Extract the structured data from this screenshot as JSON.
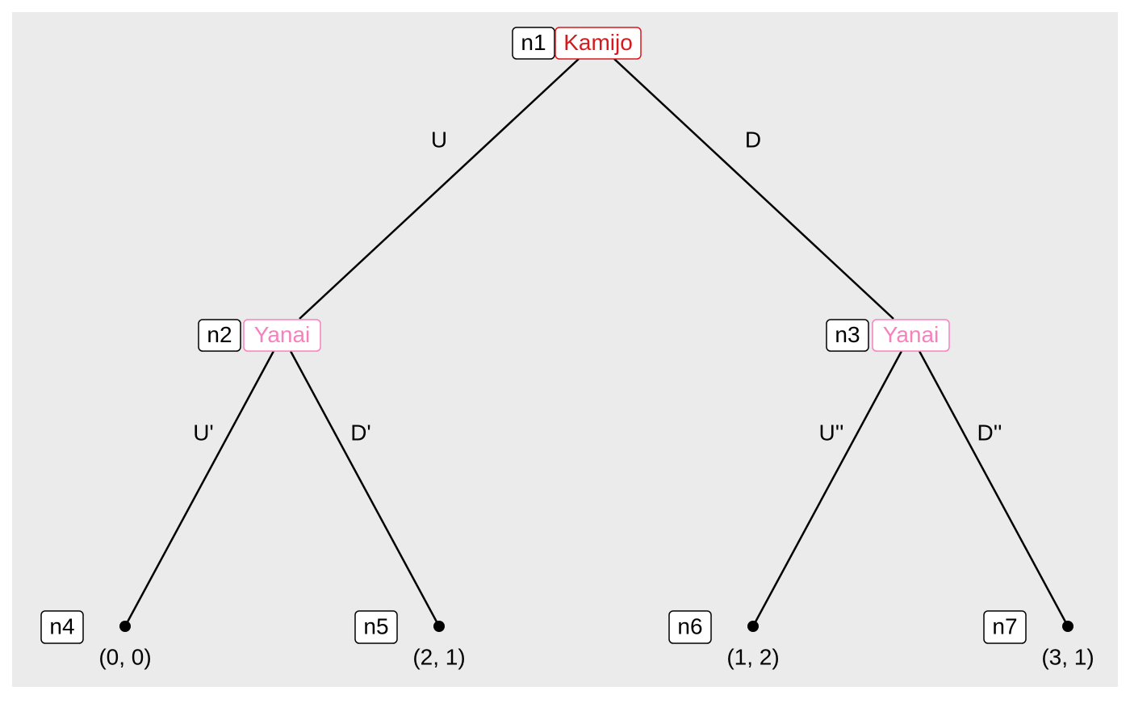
{
  "colors": {
    "panel_background": "#ebebeb",
    "edge": "#000000",
    "player_1": "#d7191c",
    "player_2": "#f781bf",
    "node_id_border": "#000000",
    "label_fill": "#ffffff"
  },
  "game_tree": {
    "decision_nodes": [
      {
        "id": "n1",
        "player": "Kamijo",
        "player_color": "#d7191c"
      },
      {
        "id": "n2",
        "player": "Yanai",
        "player_color": "#f781bf"
      },
      {
        "id": "n3",
        "player": "Yanai",
        "player_color": "#f781bf"
      }
    ],
    "terminal_nodes": [
      {
        "id": "n4",
        "payoff": "(0, 0)"
      },
      {
        "id": "n5",
        "payoff": "(2, 1)"
      },
      {
        "id": "n6",
        "payoff": "(1, 2)"
      },
      {
        "id": "n7",
        "payoff": "(3, 1)"
      }
    ],
    "edges": [
      {
        "from": "n1",
        "to": "n2",
        "action": "U"
      },
      {
        "from": "n1",
        "to": "n3",
        "action": "D"
      },
      {
        "from": "n2",
        "to": "n4",
        "action": "U'"
      },
      {
        "from": "n2",
        "to": "n5",
        "action": "D'"
      },
      {
        "from": "n3",
        "to": "n6",
        "action": "U''"
      },
      {
        "from": "n3",
        "to": "n7",
        "action": "D''"
      }
    ]
  }
}
